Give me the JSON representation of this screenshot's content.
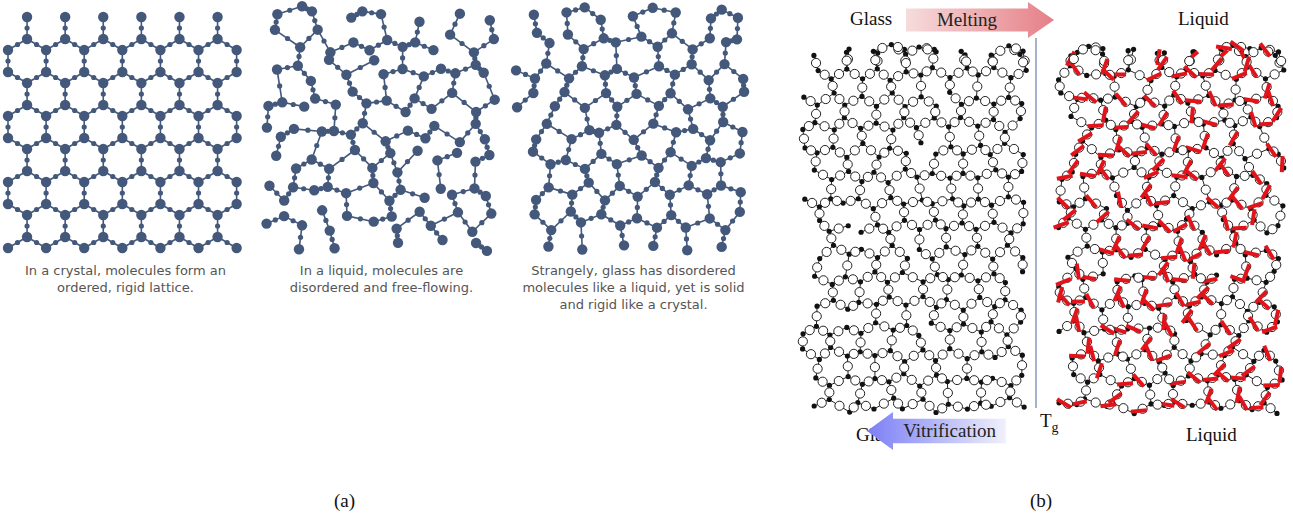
{
  "diagram": {
    "nodes": [
      {
        "text": [
          "Melting"
        ]
      },
      {
        "text": [
          "Vitrification"
        ]
      }
    ],
    "labels": [
      "In a crystal, molecules form an ordered, rigid lattice.",
      "In a liquid, molecules are disordered and free-flowing.",
      "Strangely, glass has disordered molecules like a liquid, yet is solid and rigid like a crystal.",
      "Glass",
      "Liquid",
      "Tg",
      "Glass",
      "Liquid",
      "(a)",
      "(b)"
    ]
  }
}
